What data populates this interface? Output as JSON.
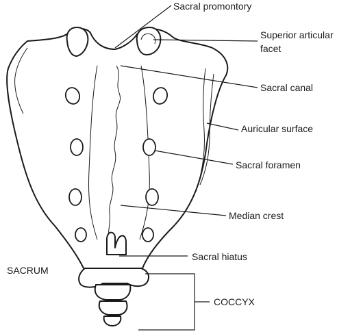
{
  "title": "SACRUM",
  "labels": {
    "sacral_promontory": "Sacral promontory",
    "superior_articular_facet_line1": "Superior articular",
    "superior_articular_facet_line2": "facet",
    "sacral_canal": "Sacral canal",
    "auricular_surface": "Auricular surface",
    "sacral_foramen": "Sacral foramen",
    "median_crest": "Median crest",
    "sacral_hiatus": "Sacral hiatus",
    "coccyx": "COCCYX"
  }
}
